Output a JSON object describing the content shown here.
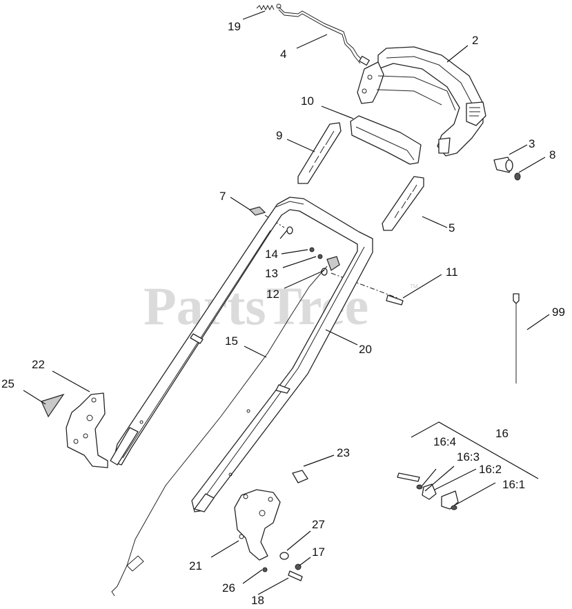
{
  "diagram": {
    "watermark": "PartsTree",
    "watermark_mark": "TM",
    "callouts": [
      "19",
      "4",
      "2",
      "10",
      "3",
      "8",
      "9",
      "7",
      "5",
      "14",
      "13",
      "12",
      "11",
      "99",
      "15",
      "20",
      "22",
      "25",
      "16",
      "16:4",
      "16:3",
      "16:2",
      "16:1",
      "23",
      "27",
      "17",
      "21",
      "26",
      "18"
    ]
  }
}
